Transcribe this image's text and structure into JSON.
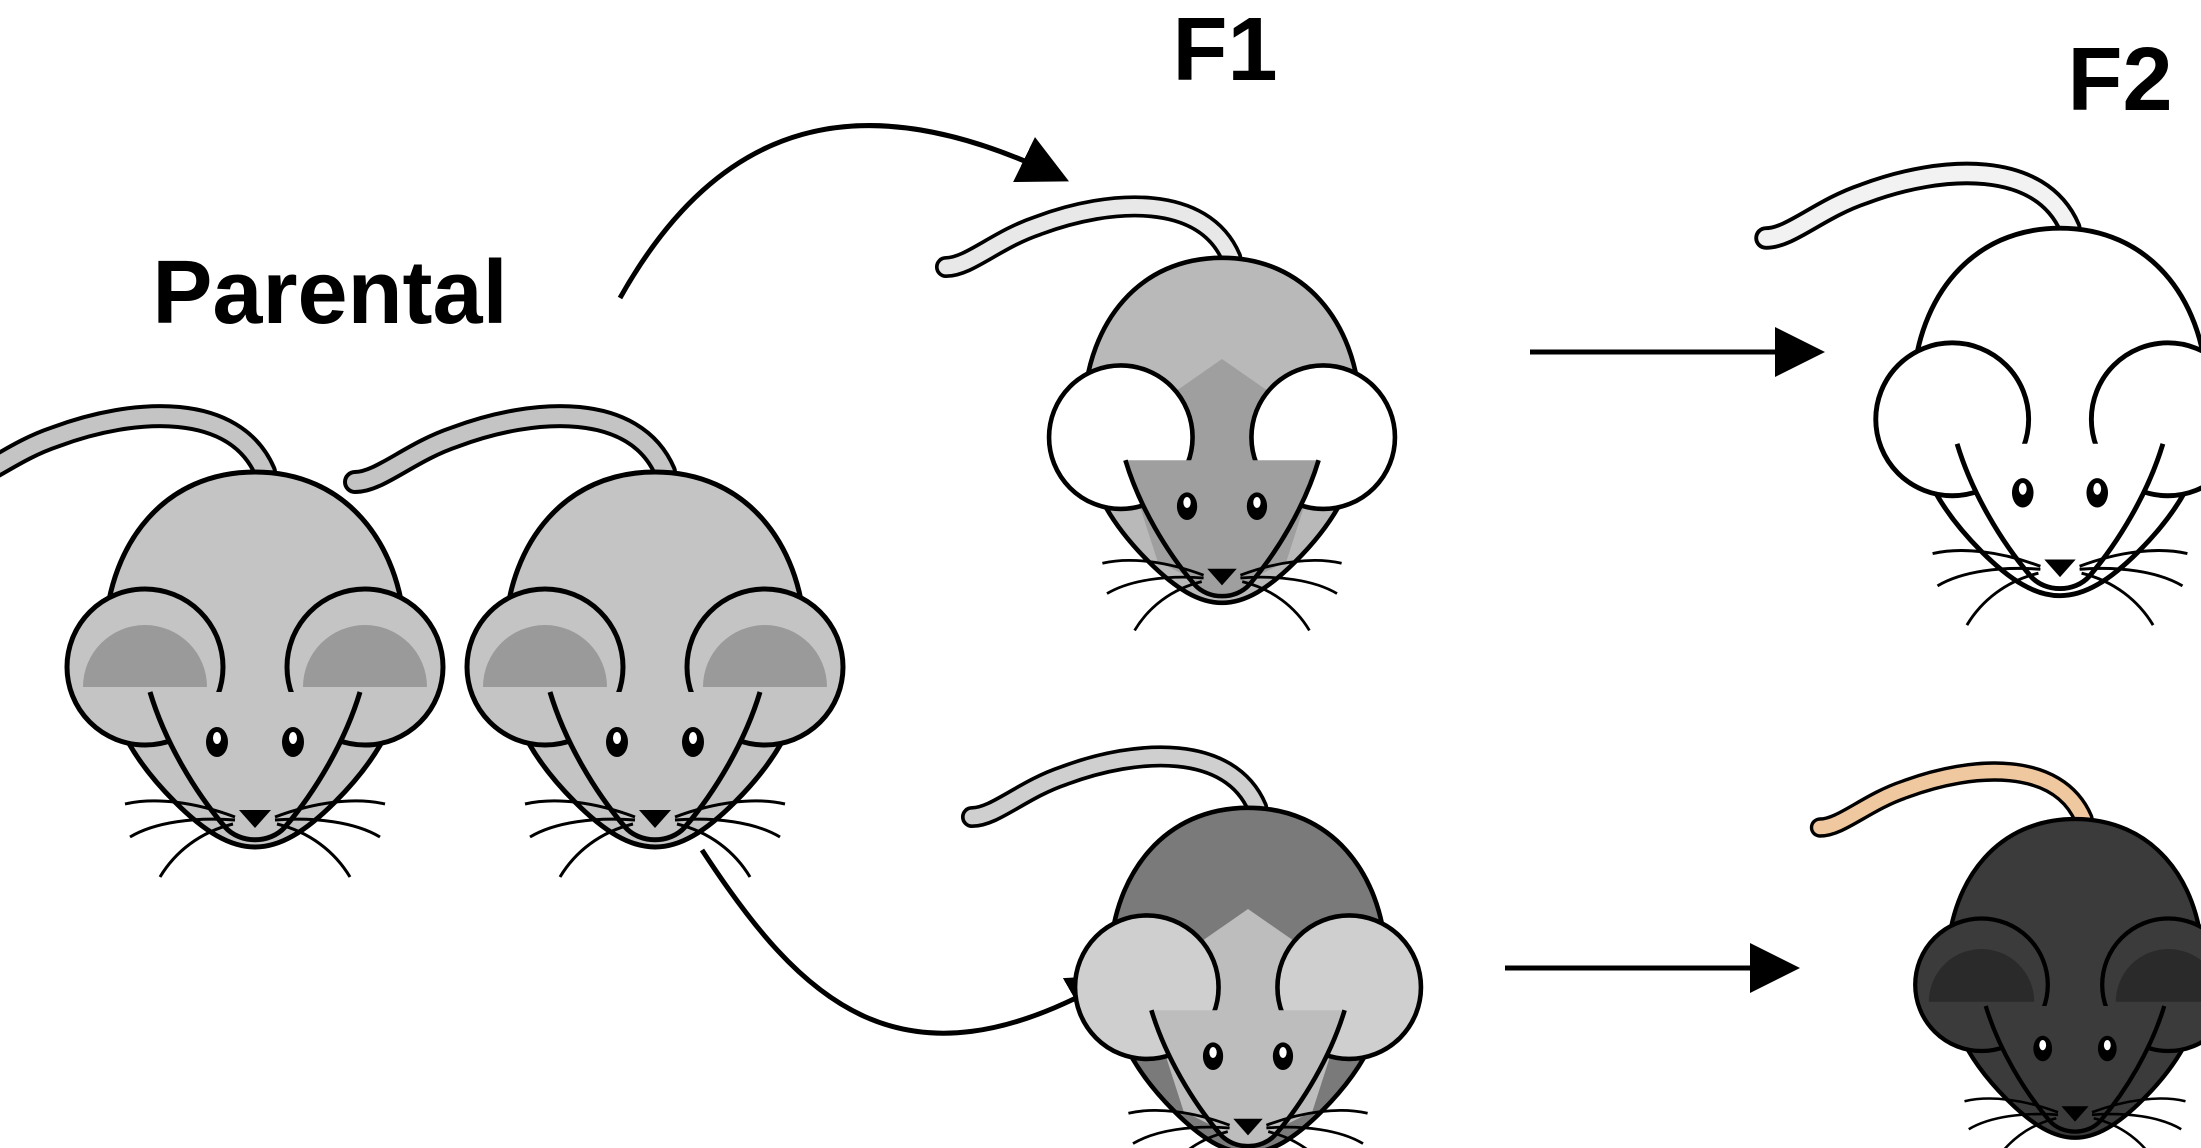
{
  "labels": {
    "parental": "Parental",
    "f1": "F1",
    "f2": "F2"
  },
  "colors": {
    "parental_body": "#c4c4c4",
    "parental_ear_inner": "#9a9a9a",
    "f1_top_body": "#b9b9b9",
    "f1_top_face_patch": "#9f9f9f",
    "f1_top_ear": "#ffffff",
    "f1_bottom_body": "#7a7a7a",
    "f1_bottom_face_patch": "#bdbdbd",
    "f1_bottom_ear": "#cfcfcf",
    "f2_top_body": "#ffffff",
    "f2_bottom_body": "#3b3b3b",
    "f2_bottom_tail": "#f0c8a0",
    "arrow": "#000000"
  },
  "icons": {
    "mouse": "mouse-icon",
    "arrow": "arrow-icon"
  }
}
